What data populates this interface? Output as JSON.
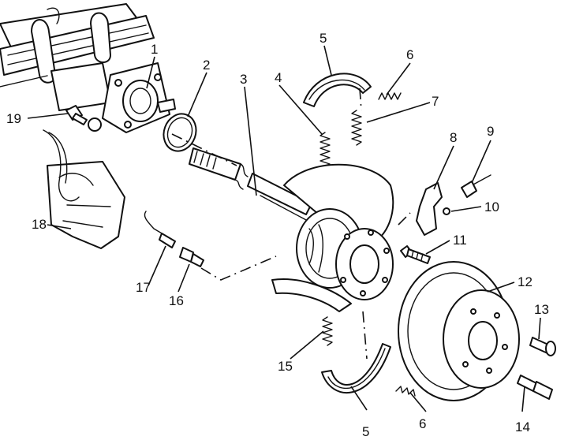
{
  "callouts": [
    {
      "id": "1",
      "text": "1"
    },
    {
      "id": "2",
      "text": "2"
    },
    {
      "id": "3",
      "text": "3"
    },
    {
      "id": "4",
      "text": "4"
    },
    {
      "id": "5a",
      "text": "5"
    },
    {
      "id": "5b",
      "text": "5"
    },
    {
      "id": "6a",
      "text": "6"
    },
    {
      "id": "6b",
      "text": "6"
    },
    {
      "id": "7",
      "text": "7"
    },
    {
      "id": "8",
      "text": "8"
    },
    {
      "id": "9",
      "text": "9"
    },
    {
      "id": "10",
      "text": "10"
    },
    {
      "id": "11",
      "text": "11"
    },
    {
      "id": "12",
      "text": "12"
    },
    {
      "id": "13",
      "text": "13"
    },
    {
      "id": "14",
      "text": "14"
    },
    {
      "id": "15",
      "text": "15"
    },
    {
      "id": "16",
      "text": "16"
    },
    {
      "id": "17",
      "text": "17"
    },
    {
      "id": "18",
      "text": "18"
    },
    {
      "id": "19",
      "text": "19"
    }
  ],
  "colors": {
    "ink": "#111111",
    "paper": "#ffffff"
  }
}
